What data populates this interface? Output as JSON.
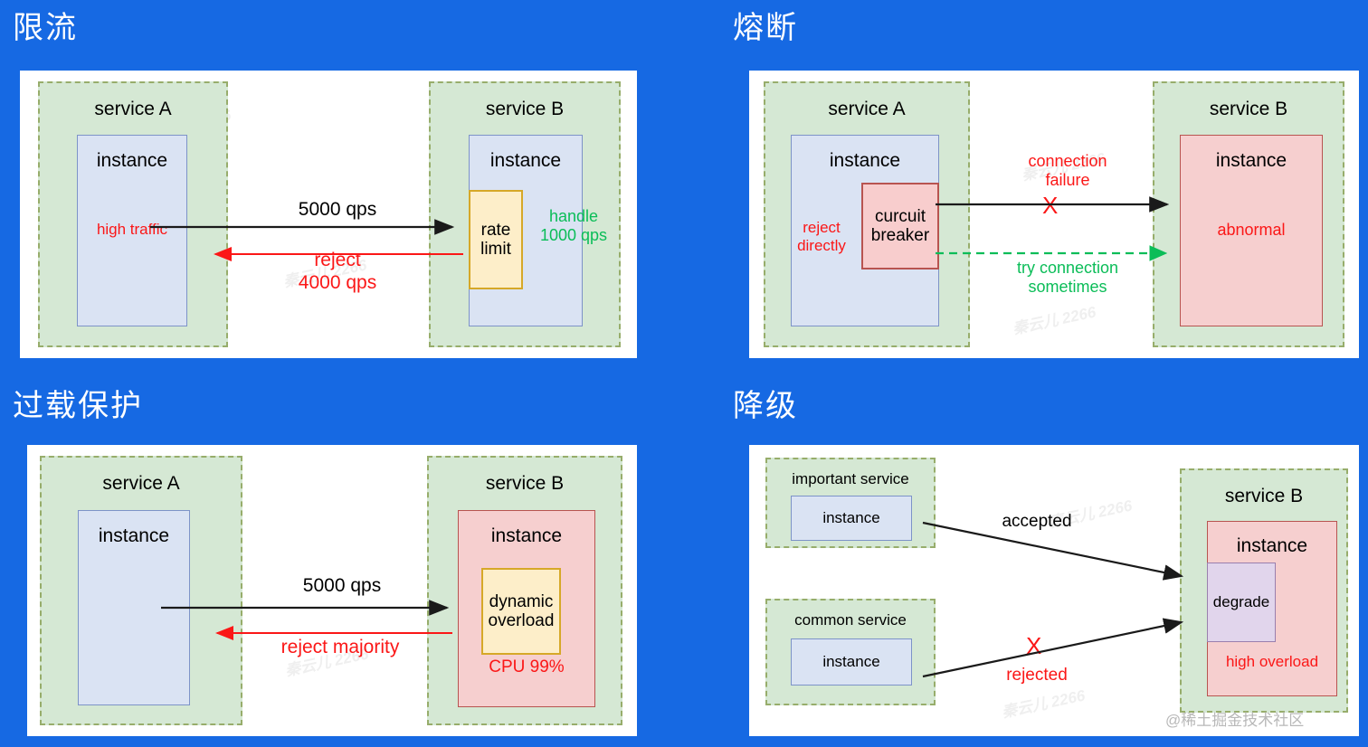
{
  "background_color": "#1669e3",
  "panel_color": "#ffffff",
  "colors": {
    "service_fill": "#d5e8d4",
    "service_border": "#97ad6b",
    "instance_fill": "#dae3f3",
    "instance_border": "#7d93c8",
    "instance_red_fill": "#f6cfcf",
    "instance_red_border": "#b85450",
    "yellow_fill": "#fdeec9",
    "yellow_border": "#d6a828",
    "pink_fill": "#f8cdcd",
    "pink_border": "#b85450",
    "purple_fill": "#e1d5ec",
    "purple_border": "#9a7fae",
    "red_text": "#fb1717",
    "green_text": "#0bbd58",
    "black_text": "#000000"
  },
  "watermark": {
    "tile_text": "秦云儿 2266",
    "brand": "@稀土掘金技术社区"
  },
  "quadrants": {
    "rate_limit": {
      "title": "限流",
      "service_a_label": "service A",
      "service_b_label": "service B",
      "instance_a_label": "instance",
      "instance_b_label": "instance",
      "high_traffic": "high traffic",
      "rate_limit_box": "rate\nlimit",
      "handle_note": "handle\n1000 qps",
      "request_label": "5000 qps",
      "reject_label": "reject\n4000 qps"
    },
    "circuit_breaker": {
      "title": "熔断",
      "service_a_label": "service A",
      "service_b_label": "service B",
      "instance_a_label": "instance",
      "instance_b_label": "instance",
      "reject_directly": "reject\ndirectly",
      "breaker_box": "curcuit\nbreaker",
      "connection_failure": "connection\nfailure",
      "failure_mark": "X",
      "abnormal": "abnormal",
      "try_connection": "try connection\nsometimes"
    },
    "overload_protection": {
      "title": "过载保护",
      "service_a_label": "service A",
      "service_b_label": "service B",
      "instance_a_label": "instance",
      "instance_b_label": "instance",
      "request_label": "5000 qps",
      "reject_label": "reject majority",
      "dynamic_overload_box": "dynamic\noverload",
      "cpu_label": "CPU 99%"
    },
    "degrade": {
      "title": "降级",
      "important_service_label": "important service",
      "common_service_label": "common service",
      "important_instance_label": "instance",
      "common_instance_label": "instance",
      "service_b_label": "service B",
      "instance_b_label": "instance",
      "degrade_box": "degrade",
      "accepted_label": "accepted",
      "rejected_label": "rejected",
      "rejected_mark": "X",
      "high_overload": "high overload"
    }
  }
}
